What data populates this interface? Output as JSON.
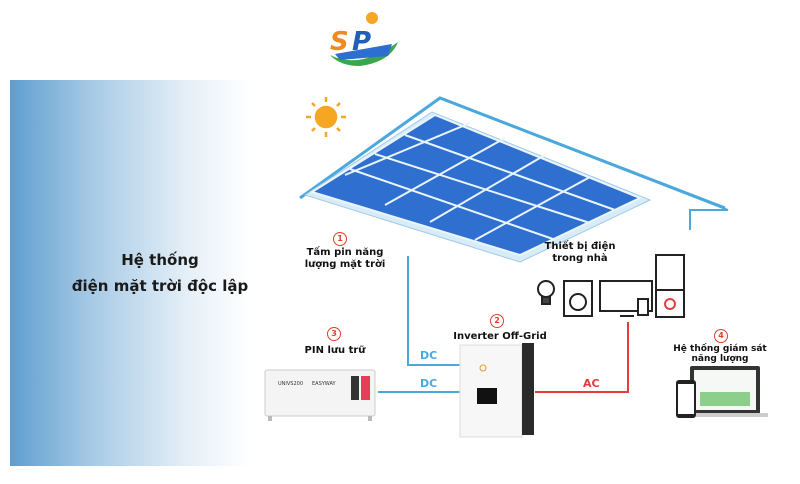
{
  "logo": {
    "text": "SP"
  },
  "title": {
    "line1": "Hệ thống",
    "line2": "điện mặt trời độc lập"
  },
  "components": [
    {
      "number": "1",
      "label_line1": "Tấm pin năng",
      "label_line2": "lượng mặt trời"
    },
    {
      "number": "2",
      "label_line1": "Inverter Off-Grid"
    },
    {
      "number": "3",
      "label_line1": "PIN lưu trữ"
    },
    {
      "number": "4",
      "label_line1": "Hệ thống giám sát",
      "label_line2": "năng lượng"
    }
  ],
  "appliances": {
    "label_line1": "Thiết bị điện",
    "label_line2": "trong nhà"
  },
  "connections": {
    "panel_to_inverter": "DC",
    "battery_to_inverter": "DC",
    "inverter_to_home": "AC"
  },
  "battery": {
    "model": "UNIVS200",
    "brand": "EASYWAY"
  },
  "colors": {
    "dc": "#4aa8dc",
    "ac": "#e83a3a",
    "panel": "#2f6fd0",
    "accent": "#e0402a"
  }
}
